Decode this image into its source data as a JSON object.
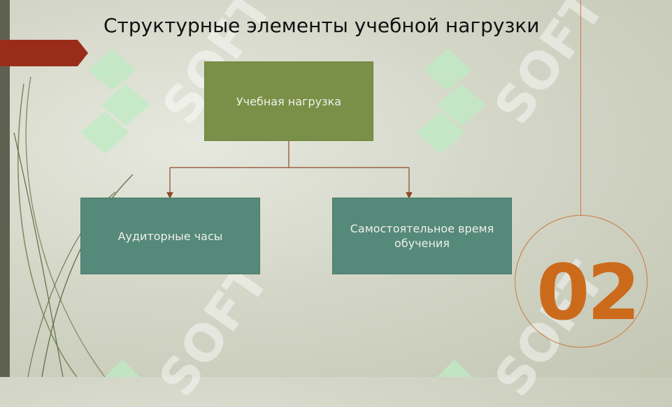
{
  "slide": {
    "title": "Структурные элементы учебной нагрузки",
    "number": "02"
  },
  "diagram": {
    "root": "Учебная нагрузка",
    "children": [
      "Аудиторные часы",
      "Самостоятельное время обучения"
    ]
  },
  "watermark": {
    "text": "SOFT"
  },
  "colors": {
    "root_box": "#7a9048",
    "child_box": "#55897a",
    "accent_orange": "#cc6a1c",
    "accent_red": "#9a2d1a",
    "connector": "#8a4a2a"
  }
}
